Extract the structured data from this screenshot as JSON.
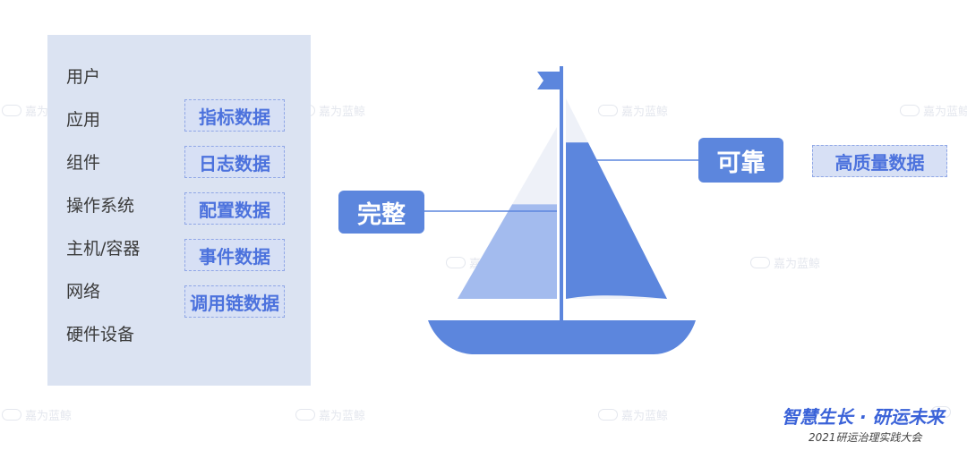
{
  "watermark": {
    "text": "嘉为蓝鲸"
  },
  "layers": [
    "用户",
    "应用",
    "组件",
    "操作系统",
    "主机/容器",
    "网络",
    "硬件设备"
  ],
  "data_tags": [
    "指标数据",
    "日志数据",
    "配置数据",
    "事件数据",
    "调用链数据"
  ],
  "boat": {
    "left_label": "完整",
    "right_label": "可靠",
    "right_tag": "高质量数据",
    "left_sail_fill": 0.55,
    "right_sail_fill": 0.78
  },
  "footer": {
    "slogan": "智慧生长 · 研运未来",
    "conference": "2021研运治理实践大会"
  },
  "colors": {
    "accent": "#5c86dd",
    "panel_bg": "#dbe3f2",
    "sail_light": "#eef1f8",
    "sail_mid": "#a3bbee",
    "tag_text": "#4c72dd"
  }
}
